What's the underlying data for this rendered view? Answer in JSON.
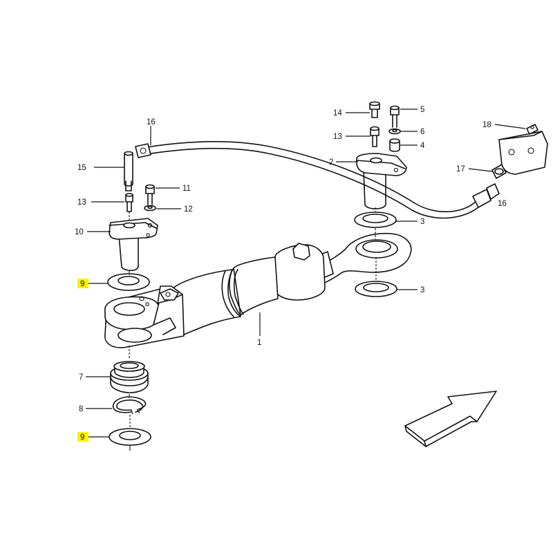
{
  "highlight_color": "#fff200",
  "line_color": "#111111",
  "callouts": {
    "c1": "1",
    "c2": "2",
    "c3a": "3",
    "c3b": "3",
    "c4": "4",
    "c5": "5",
    "c6": "6",
    "c7": "7",
    "c8": "8",
    "c9a": "9",
    "c9b": "9",
    "c10": "10",
    "c11": "11",
    "c12": "12",
    "c13a": "13",
    "c13b": "13",
    "c14": "14",
    "c15": "15",
    "c16a": "16",
    "c16b": "16",
    "c17": "17",
    "c18": "18"
  },
  "arrow_icon": "direction-arrow-icon"
}
